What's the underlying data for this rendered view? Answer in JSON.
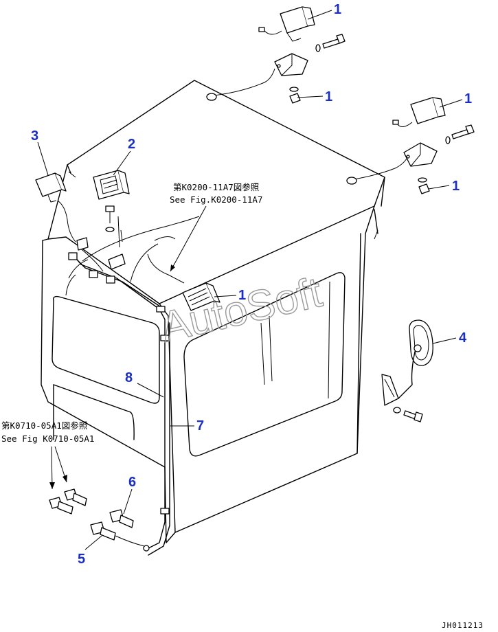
{
  "callouts": {
    "c1a": "1",
    "c1b": "1",
    "c1c": "1",
    "c1d": "1",
    "c1e": "1",
    "c2": "2",
    "c3": "3",
    "c4": "4",
    "c5": "5",
    "c6": "6",
    "c7": "7",
    "c8": "8"
  },
  "notes": {
    "ref1_jp": "第K0200-11A7図参照",
    "ref1_en": "See Fig.K0200-11A7",
    "ref2_jp": "第K0710-05A1図参照",
    "ref2_en": "See Fig K0710-05A1"
  },
  "watermark": "AutoSoft",
  "drawing_code": "JH011213",
  "colors": {
    "callout": "#1a2fbf",
    "line": "#000000",
    "watermark": "#9a9a9a"
  }
}
